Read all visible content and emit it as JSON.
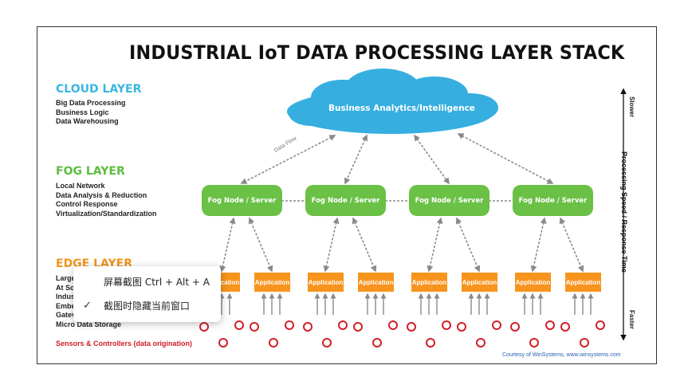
{
  "diagram": {
    "title": "INDUSTRIAL IoT DATA PROCESSING LAYER STACK",
    "cloud_layer": {
      "heading": "CLOUD LAYER",
      "lines": [
        "Big Data Processing",
        "Business Logic",
        "Data Warehousing"
      ],
      "node_label": "Business Analytics/Intelligence"
    },
    "fog_layer": {
      "heading": "FOG LAYER",
      "lines": [
        "Local Network",
        "Data Analysis & Reduction",
        "Control Response",
        "Virtualization/Standardization"
      ],
      "nodes": [
        "Fog Node / Server",
        "Fog Node / Server",
        "Fog Node / Server",
        "Fog Node / Server"
      ]
    },
    "edge_layer": {
      "heading": "EDGE LAYER",
      "lines": [
        "Large",
        "At So",
        "Indus",
        "Embe",
        "Gatev",
        "Micro Data Storage"
      ],
      "applications": [
        "Application",
        "Application",
        "Application",
        "Application",
        "Application",
        "Application",
        "Application",
        "Application"
      ]
    },
    "data_flow_label": "Data Flow",
    "sensors_label": "Sensors & Controllers (data origination)",
    "side_axis": {
      "label": "Processing Speed / Response Time",
      "top": "Slower",
      "bottom": "Faster"
    },
    "courtesy": "Courtesy of WinSystems, www.winsystems.com",
    "colors": {
      "cloud": "#36aee0",
      "fog": "#6bc046",
      "edge": "#f7941d",
      "sensor": "#d0202a"
    }
  },
  "context_menu": {
    "items": [
      {
        "label": "屏幕截图 Ctrl + Alt + A",
        "checked": false
      },
      {
        "label": "截图时隐藏当前窗口",
        "checked": true
      }
    ],
    "check_icon": "check-icon"
  }
}
